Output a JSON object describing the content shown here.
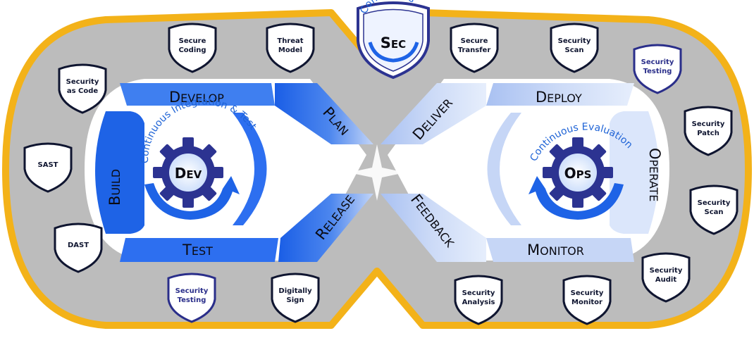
{
  "center": {
    "sec": {
      "word": "Continuous",
      "label_big": "S",
      "label_small": "EC"
    }
  },
  "dev": {
    "arc_label": "Continuous Integration & Test",
    "gear_big": "D",
    "gear_small": "EV",
    "phases": {
      "develop": {
        "big": "D",
        "small": "EVELOP"
      },
      "build": {
        "big": "B",
        "small": "UILD"
      },
      "test": {
        "big": "T",
        "small": "EST"
      },
      "plan": {
        "big": "P",
        "small": "LAN"
      },
      "release": {
        "big": "R",
        "small": "ELEASE"
      }
    }
  },
  "ops": {
    "arc_label": "Continuous Evaluation",
    "gear_big": "O",
    "gear_small": "PS",
    "phases": {
      "deploy": {
        "big": "D",
        "small": "EPLOY"
      },
      "operate": {
        "big": "O",
        "small": "PERATE"
      },
      "monitor": {
        "big": "M",
        "small": "ONITOR"
      },
      "deliver": {
        "big": "D",
        "small": "ELIVER"
      },
      "feedback": {
        "big": "F",
        "small": "EEDBACK"
      }
    }
  },
  "shields": {
    "secure_coding": [
      "Secure",
      "Coding"
    ],
    "threat_model": [
      "Threat",
      "Model"
    ],
    "security_as_code": [
      "Security",
      "as Code"
    ],
    "sast": [
      "SAST"
    ],
    "dast": [
      "DAST"
    ],
    "security_testing_l": [
      "Security",
      "Testing"
    ],
    "digitally_sign": [
      "Digitally",
      "Sign"
    ],
    "secure_transfer": [
      "Secure",
      "Transfer"
    ],
    "security_scan_top": [
      "Security",
      "Scan"
    ],
    "security_testing_r": [
      "Security",
      "Testing"
    ],
    "security_patch": [
      "Security",
      "Patch"
    ],
    "security_scan_right": [
      "Security",
      "Scan"
    ],
    "security_audit": [
      "Security",
      "Audit"
    ],
    "security_monitor": [
      "Security",
      "Monitor"
    ],
    "security_analysis": [
      "Security",
      "Analysis"
    ]
  },
  "colors": {
    "gold": "#f3b219",
    "band": "#bfbfbf",
    "dev_dark": "#1e63e6",
    "dev_light": "#a9c2f7",
    "ops_light": "#dbe6fb",
    "gear": "#2c3391",
    "shield_stroke": "#0f1530"
  }
}
